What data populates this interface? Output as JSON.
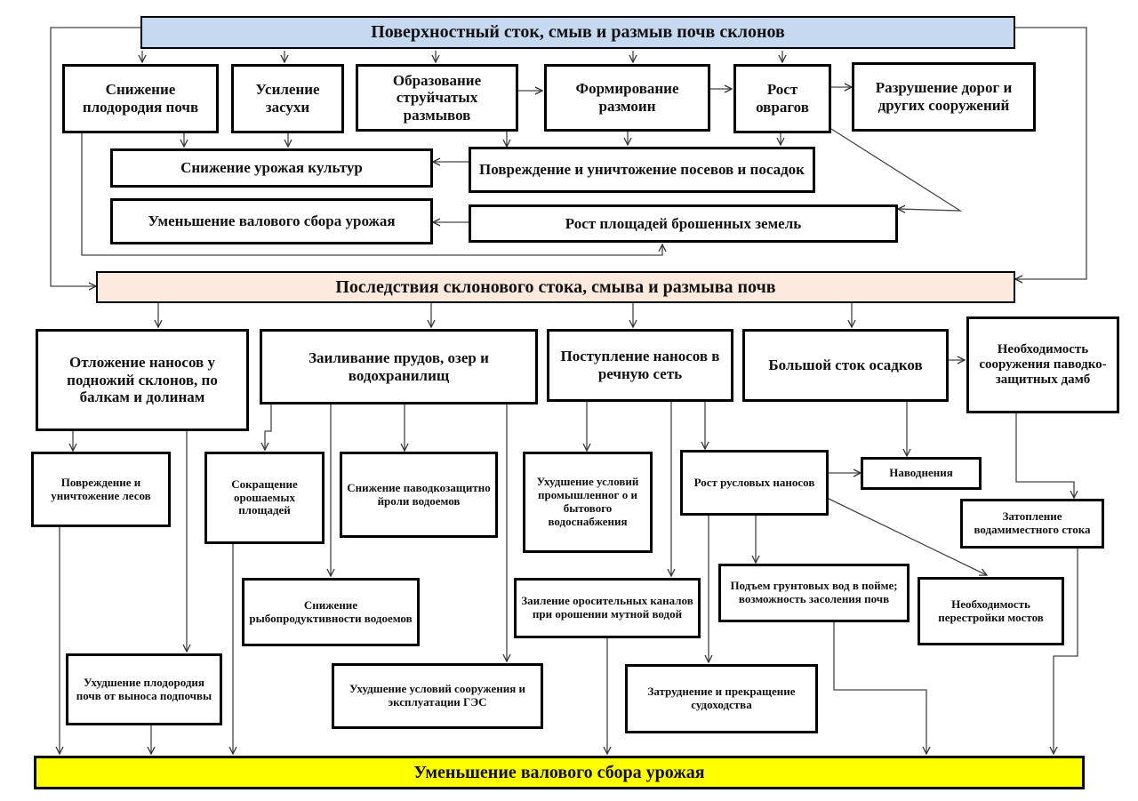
{
  "top_banner": "Поверхностный сток, смыв и размыв почв склонов",
  "mid_banner": "Последствия склонового стока, смыва и размыва почв",
  "bottom_banner": "Уменьшение валового сбора урожая",
  "upper": {
    "soil_fertility": "Снижение плодородия почв",
    "drought": "Усиление засухи",
    "rills": "Образование струйчатых размывов",
    "gullies_form": "Формирование размоин",
    "ravines": "Рост оврагов",
    "roads": "Разрушение дорог и других сооружений",
    "crop_yield": "Снижение урожая культур",
    "crops_damage": "Повреждение и уничтожение посевов и посадок",
    "gross_harvest": "Уменьшение валового сбора урожая",
    "abandoned": "Рост площадей брошенных земель"
  },
  "lower": {
    "sediment_deposit": "Отложение наносов у подножий склонов, по балкам и долинам",
    "siltation": "Заиливание прудов, озер и водохранилищ",
    "river_input": "Поступление наносов в речную сеть",
    "big_runoff": "Большой сток осадков",
    "dams_need": "Необходимость сооружения паводко-защитных дамб",
    "forest_damage": "Повреждение и уничтожение лесов",
    "irrigated_reduce": "Сокращение орошаемых площадей",
    "flood_role": "Снижение паводкозащитно йроли водоемов",
    "water_supply": "Ухудшение условий промышленног о и бытового водоснабжения",
    "channel_sediment": "Рост русловых наносов",
    "floods": "Наводнения",
    "floodplain_flooding": "Затопление водамиместного стока",
    "fish_productivity": "Снижение рыбопродуктивности водоемов",
    "canal_silting": "Заиление оросительных каналов при орошении мутной водой",
    "groundwater": "Подъем грунтовых вод в пойме; возможность засоления почв",
    "bridges": "Необходимость перестройки мостов",
    "subsoil_loss": "Ухудшение плодородия почв от выноса подпочвы",
    "hydro": "Ухудшение условий сооружения и эксплуатации ГЭС",
    "navigation": "Затруднение и прекращение судоходства"
  }
}
